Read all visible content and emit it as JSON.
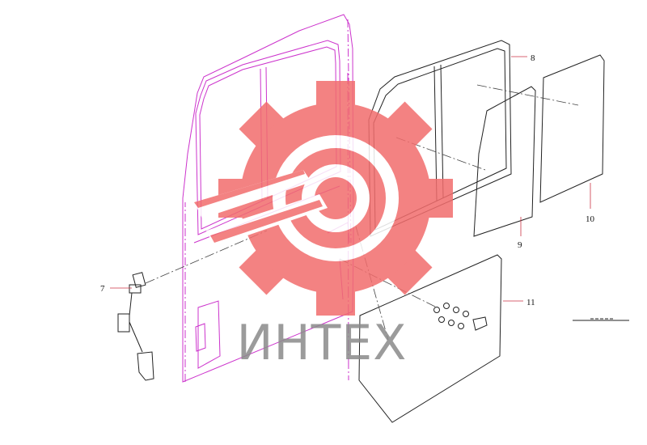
{
  "diagram": {
    "callouts": [
      {
        "id": "7",
        "label": "7"
      },
      {
        "id": "8",
        "label": "8"
      },
      {
        "id": "9",
        "label": "9"
      },
      {
        "id": "10",
        "label": "10"
      },
      {
        "id": "11",
        "label": "11"
      }
    ]
  },
  "watermark": {
    "text": "ИНТЕХ",
    "gear_color": "#f26d6d",
    "text_color": "#8a8a8a"
  },
  "colors": {
    "door_outline": "#cc33cc",
    "line": "#222222",
    "leader": "#cc3344"
  }
}
